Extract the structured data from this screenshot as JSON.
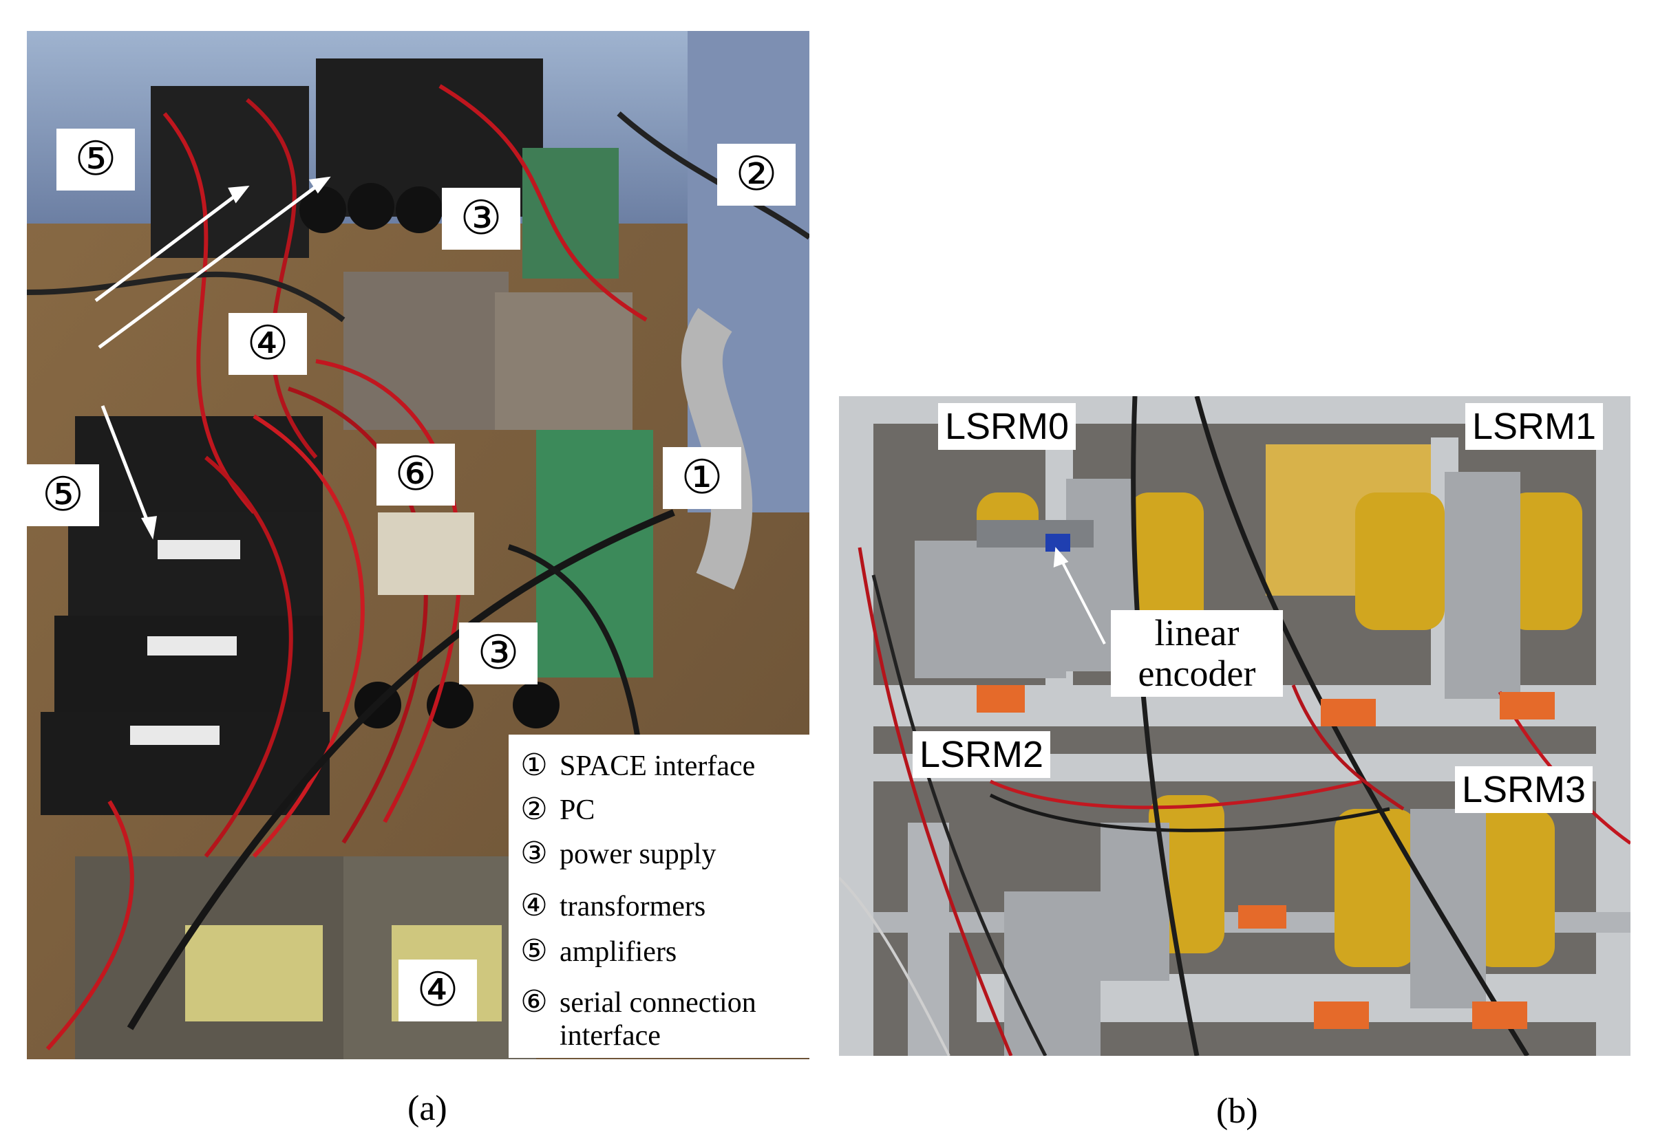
{
  "figure": {
    "panel_a": {
      "caption": "(a)",
      "callouts": {
        "c1": "①",
        "c2": "②",
        "c3_top": "③",
        "c3_bottom": "③",
        "c4_top": "④",
        "c4_bottom": "④",
        "c5_top": "⑤",
        "c5_bottom": "⑤",
        "c6": "⑥"
      },
      "legend": [
        {
          "num": "①",
          "text": "SPACE interface"
        },
        {
          "num": "②",
          "text": "PC"
        },
        {
          "num": "③",
          "text": "power supply"
        },
        {
          "num": "④",
          "text": "transformers"
        },
        {
          "num": "⑤",
          "text": "amplifiers"
        },
        {
          "num": "⑥",
          "text": "serial connection interface"
        }
      ]
    },
    "panel_b": {
      "caption": "(b)",
      "labels": {
        "lsrm0": "LSRM0",
        "lsrm1": "LSRM1",
        "lsrm2": "LSRM2",
        "lsrm3": "LSRM3",
        "encoder": "linear encoder"
      }
    }
  }
}
